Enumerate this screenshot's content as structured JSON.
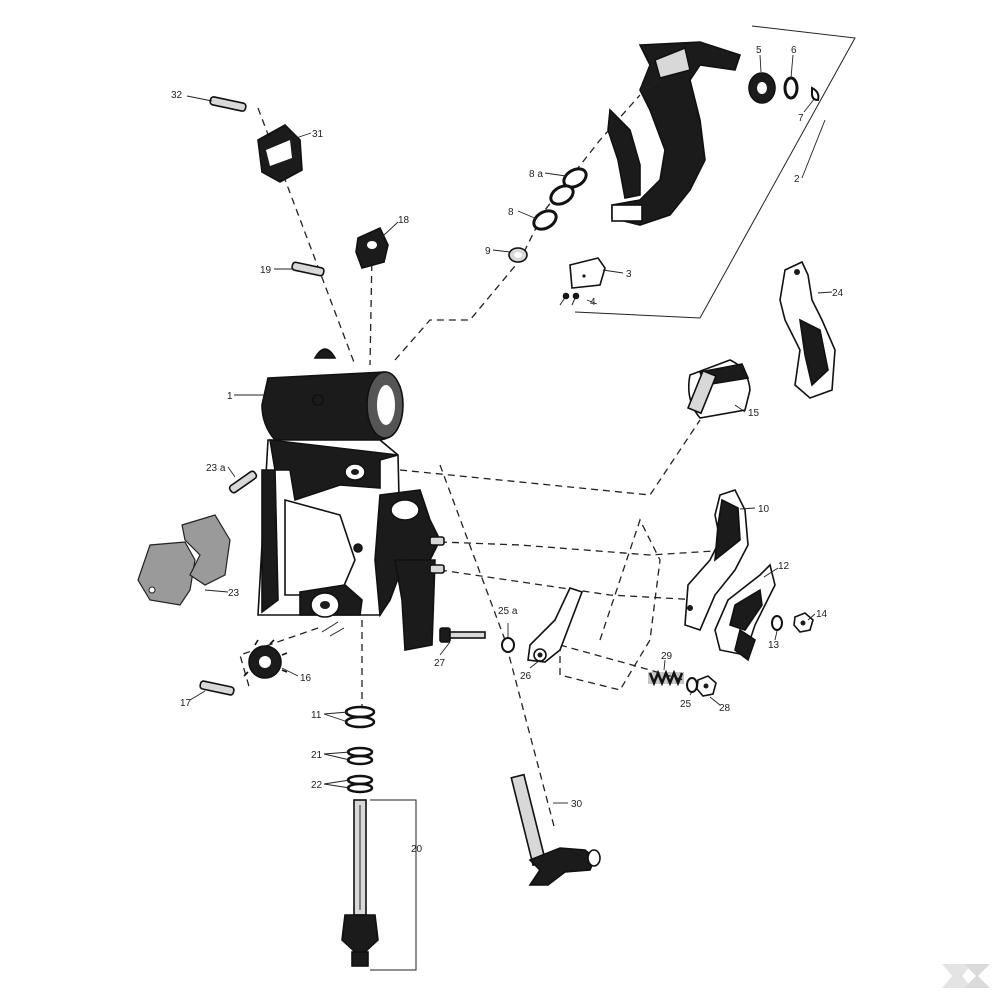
{
  "diagram": {
    "callouts": [
      "1",
      "2",
      "3",
      "4",
      "5",
      "6",
      "7",
      "8",
      "8 a",
      "9",
      "10",
      "11",
      "12",
      "13",
      "14",
      "15",
      "16",
      "17",
      "18",
      "19",
      "20",
      "21",
      "22",
      "23",
      "23 a",
      "24",
      "25",
      "25 a",
      "26",
      "27",
      "28",
      "29",
      "30",
      "31",
      "32"
    ]
  },
  "colors": {
    "ink": "#1b1b1b",
    "paper": "#ffffff",
    "gasket": "#9a9a9a"
  },
  "watermark": {
    "icon": "brand-k-logo-icon"
  }
}
